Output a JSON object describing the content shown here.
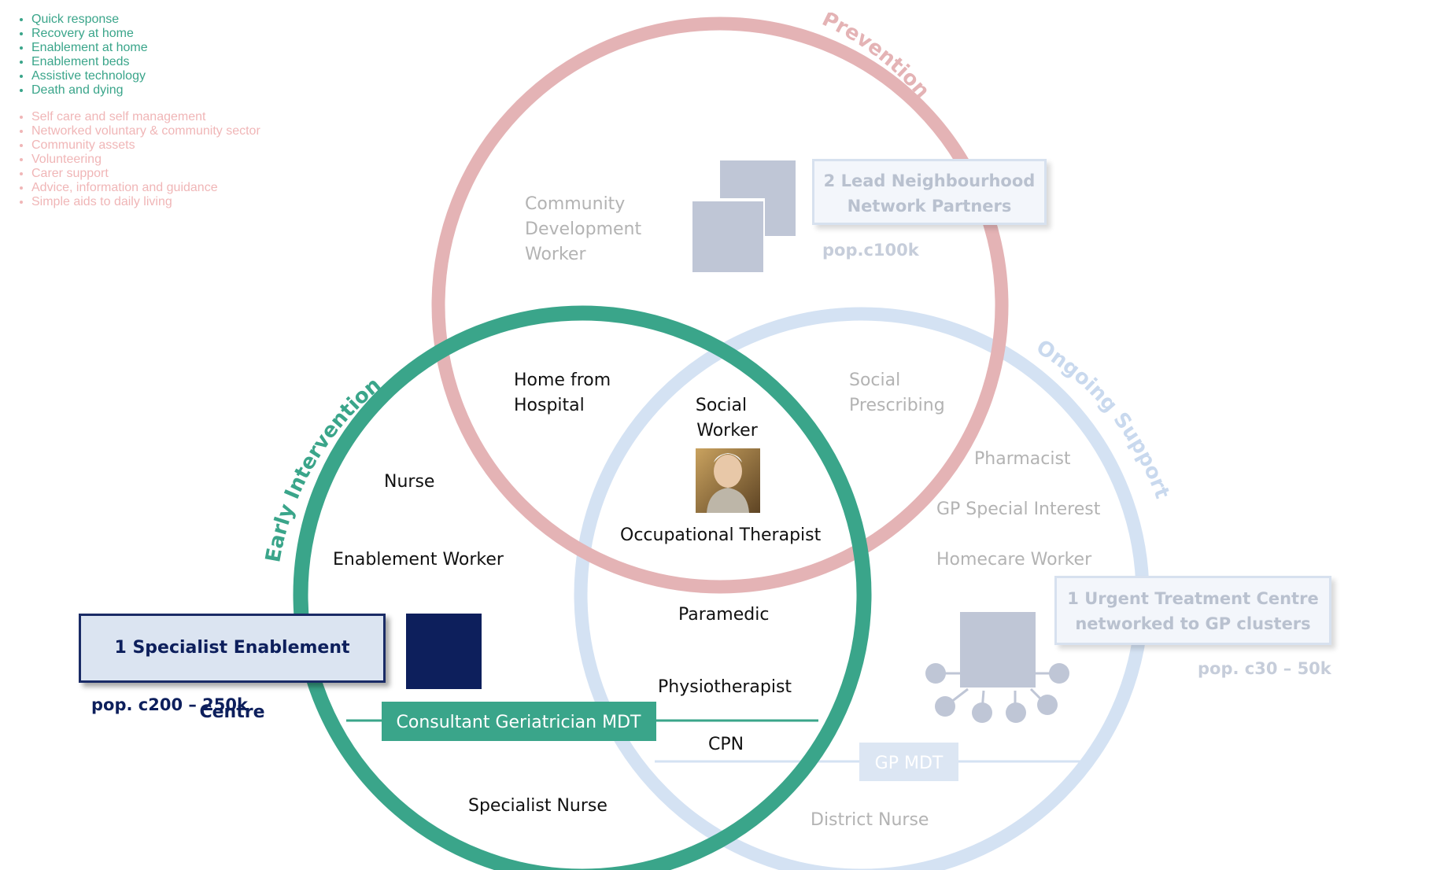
{
  "colors": {
    "early_intervention": "#3aa58a",
    "prevention": "#e4b3b5",
    "ongoing_support": "#d4e2f3",
    "specialist_navy": "#0d1f5c",
    "muted_grey": "#b3b3b3"
  },
  "circles": {
    "prevention_label": "Prevention",
    "early_intervention_label": "Early Intervention",
    "ongoing_support_label": "Ongoing Support"
  },
  "early_intervention_list": [
    "Quick response",
    "Recovery at home",
    "Enablement at home",
    "Enablement beds",
    "Assistive technology",
    "Death and dying"
  ],
  "prevention_list": [
    "Self care and self management",
    "Networked voluntary & community sector",
    "Community assets",
    "Volunteering",
    "Carer support",
    "Advice, information and guidance",
    "Simple aids to daily living"
  ],
  "roles": {
    "community_development_worker": [
      "Community",
      "Development",
      "Worker"
    ],
    "home_from_hospital": [
      "Home from",
      "Hospital"
    ],
    "social_worker": [
      "Social",
      "Worker"
    ],
    "social_prescribing": [
      "Social",
      "Prescribing"
    ],
    "nurse": "Nurse",
    "enablement_worker": "Enablement Worker",
    "occupational_therapist": "Occupational Therapist",
    "pharmacist": "Pharmacist",
    "gp_special_interest": "GP Special Interest",
    "homecare_worker": "Homecare Worker",
    "paramedic": "Paramedic",
    "physiotherapist": "Physiotherapist",
    "cpn": "CPN",
    "specialist_nurse": "Specialist Nurse",
    "district_nurse": "District Nurse"
  },
  "bars": {
    "consultant_mdt": "Consultant Geriatrician MDT",
    "gp_mdt": "GP MDT"
  },
  "boxes": {
    "specialist_enablement_centre": "1 Specialist Enablement Centre",
    "specialist_pop": "pop. c200 – 250k",
    "lead_neighbourhood": [
      "2 Lead Neighbourhood",
      "Network Partners"
    ],
    "lead_pop": "pop.c100k",
    "urgent_treatment": [
      "1 Urgent Treatment Centre",
      "networked to GP clusters"
    ],
    "urgent_pop": "pop. c30 – 50k"
  },
  "icons": {
    "photo": "elderly-person-photo",
    "specialist_square": "navy-square-icon",
    "neighbourhood_squares": "overlapping-squares-icon",
    "network_cluster": "network-hub-icon"
  }
}
